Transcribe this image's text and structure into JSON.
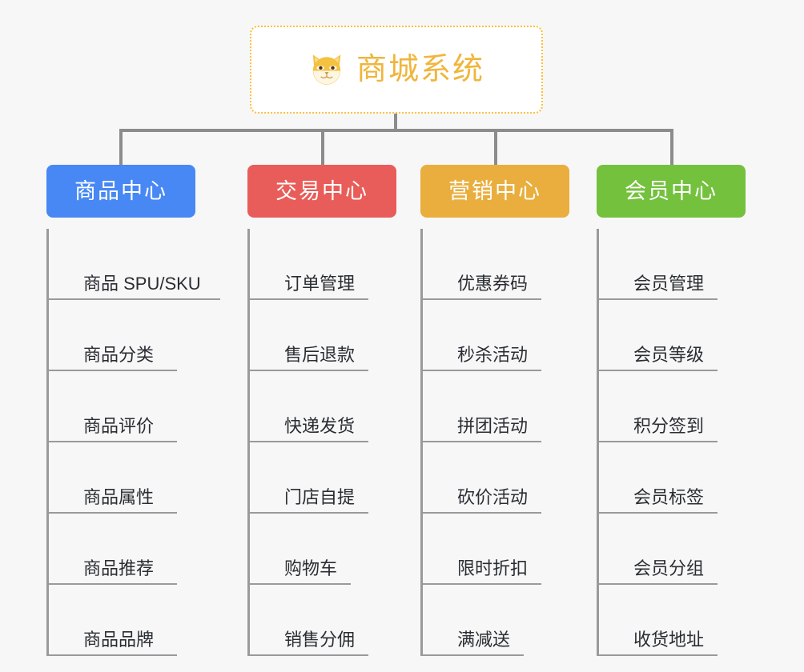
{
  "root": {
    "title": "商城系统",
    "icon": "shiba-dog-icon",
    "border_color": "#fbbf3c",
    "text_color": "#f0b53c"
  },
  "connector_color": "#8c8c8c",
  "background": "#f7f7f7",
  "columns": [
    {
      "id": "product-center",
      "label": "商品中心",
      "color": "#4788f4",
      "items": [
        "商品 SPU/SKU",
        "商品分类",
        "商品评价",
        "商品属性",
        "商品推荐",
        "商品品牌"
      ]
    },
    {
      "id": "trade-center",
      "label": "交易中心",
      "color": "#e85d59",
      "items": [
        "订单管理",
        "售后退款",
        "快递发货",
        "门店自提",
        "购物车",
        "销售分佣"
      ]
    },
    {
      "id": "marketing-center",
      "label": "营销中心",
      "color": "#e9ae3d",
      "items": [
        "优惠券码",
        "秒杀活动",
        "拼团活动",
        "砍价活动",
        "限时折扣",
        "满减送"
      ]
    },
    {
      "id": "member-center",
      "label": "会员中心",
      "color": "#73c13d",
      "items": [
        "会员管理",
        "会员等级",
        "积分签到",
        "会员标签",
        "会员分组",
        "收货地址"
      ]
    }
  ]
}
